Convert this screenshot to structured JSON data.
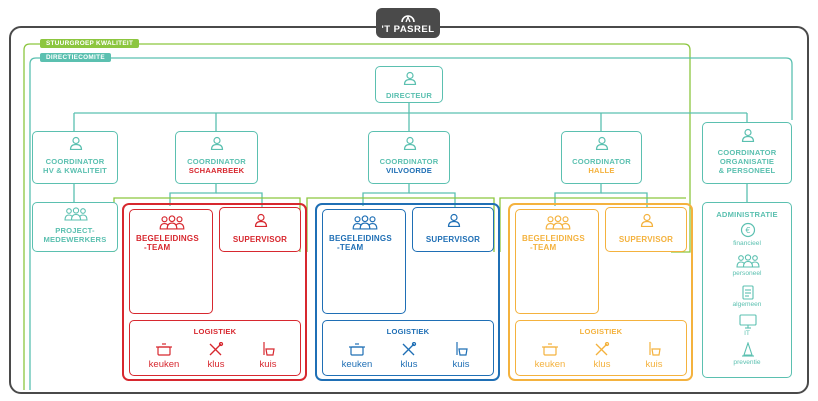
{
  "logo": {
    "text": "'T PASREL"
  },
  "groups": {
    "stuurgroep": "STUURGROEP KWALITEIT",
    "directie": "DIRECTIECOMITE"
  },
  "directeur": {
    "label": "DIRECTEUR"
  },
  "coordinators": [
    {
      "line1": "COORDINATOR",
      "line2": "HV & KWALITEIT",
      "line3": ""
    },
    {
      "line1": "COORDINATOR",
      "line2": "SCHAARBEEK",
      "line3": ""
    },
    {
      "line1": "COORDINATOR",
      "line2": "VILVOORDE",
      "line3": ""
    },
    {
      "line1": "COORDINATOR",
      "line2": "HALLE",
      "line3": ""
    },
    {
      "line1": "COORDINATOR",
      "line2": "ORGANISATIE",
      "line3": "& PERSONEEL"
    }
  ],
  "project": {
    "line1": "PROJECT-",
    "line2": "MEDEWERKERS"
  },
  "sites": [
    {
      "name": "schaarbeek",
      "team1": "BEGELEIDINGS",
      "team2": "-TEAM",
      "supervisor": "SUPERVISOR",
      "logistiek": "LOGISTIEK",
      "items": [
        "keuken",
        "klus",
        "kuis"
      ]
    },
    {
      "name": "vilvoorde",
      "team1": "BEGELEIDINGS",
      "team2": "-TEAM",
      "supervisor": "SUPERVISOR",
      "logistiek": "LOGISTIEK",
      "items": [
        "keuken",
        "klus",
        "kuis"
      ]
    },
    {
      "name": "halle",
      "team1": "BEGELEIDINGS",
      "team2": "-TEAM",
      "supervisor": "SUPERVISOR",
      "logistiek": "LOGISTIEK",
      "items": [
        "keuken",
        "klus",
        "kuis"
      ]
    }
  ],
  "administratie": {
    "title": "ADMINISTRATIE",
    "items": [
      "financieel",
      "personeel",
      "algemeen",
      "IT",
      "preventie"
    ]
  },
  "colors": {
    "frame": "#4a4a4a",
    "green": "#8cc63f",
    "teal": "#5bc0b0",
    "red": "#d7282f",
    "blue": "#1f6fb5",
    "orange": "#f4b23e"
  }
}
